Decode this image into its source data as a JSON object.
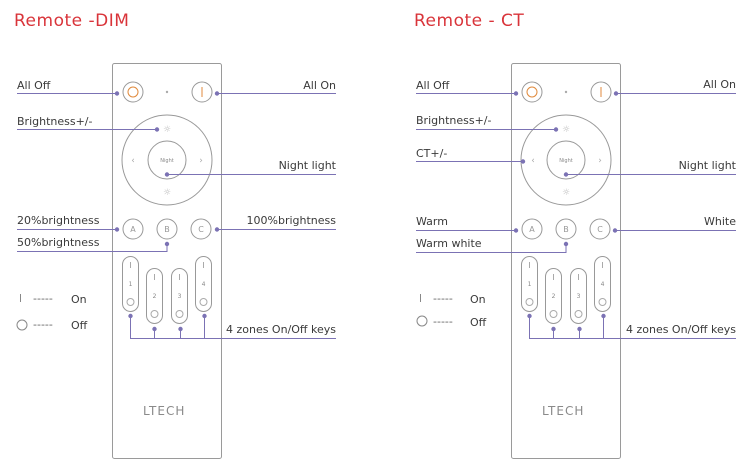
{
  "colors": {
    "title": "#d9343a",
    "leader": "#7b72b4",
    "outline": "#9a9a9a",
    "power_icon": "#e08a3c"
  },
  "remotes": [
    {
      "id": "dim",
      "title": "Remote -DIM",
      "brand": "LTECH",
      "center_label": "Night",
      "abc": [
        "A",
        "B",
        "C"
      ],
      "zones": [
        "1",
        "2",
        "3",
        "4"
      ],
      "callouts": {
        "all_off": "All Off",
        "all_on": "All On",
        "brightness": "Brightness+/-",
        "night": "Night light",
        "a": "20%brightness",
        "b": "50%brightness",
        "c": "100%brightness",
        "zones": "4 zones On/Off keys"
      },
      "legend": {
        "on": "On",
        "off": "Off",
        "dashes": "-----"
      }
    },
    {
      "id": "ct",
      "title": "Remote - CT",
      "brand": "LTECH",
      "center_label": "Night",
      "abc": [
        "A",
        "B",
        "C"
      ],
      "zones": [
        "1",
        "2",
        "3",
        "4"
      ],
      "callouts": {
        "all_off": "All Off",
        "all_on": "All On",
        "brightness": "Brightness+/-",
        "ct": "CT+/-",
        "night": "Night light",
        "a": "Warm",
        "b": "Warm white",
        "c": "White",
        "zones": "4 zones On/Off keys"
      },
      "legend": {
        "on": "On",
        "off": "Off",
        "dashes": "-----"
      }
    }
  ]
}
